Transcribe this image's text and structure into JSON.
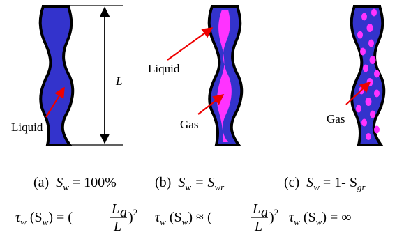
{
  "colors": {
    "liquid": "#3333cc",
    "gas": "#ff33ff",
    "outline": "#000000",
    "arrow": "#ee0000"
  },
  "labels": {
    "a_liquid": "Liquid",
    "b_liquid": "Liquid",
    "b_gas": "Gas",
    "c_gas": "Gas",
    "length": "L"
  },
  "panels": [
    {
      "tag": "(a)",
      "sat_var": "S",
      "sat_sub": "w",
      "sat_rel": " = 100%",
      "rel_sub": "",
      "tortuosity": "L_a/L squared",
      "relation": "=",
      "relation_rhs": ""
    },
    {
      "tag": "(b)",
      "sat_var": "S",
      "sat_sub": "w",
      "sat_rel": " = S",
      "rel_sub": "wr",
      "tortuosity": "L_a/L squared",
      "relation": "≈",
      "relation_rhs": ""
    },
    {
      "tag": "(c)",
      "sat_var": "S",
      "sat_sub": "w",
      "sat_rel": " = 1- S",
      "rel_sub": "gr",
      "tortuosity": "",
      "relation": "=",
      "relation_rhs": "∞"
    }
  ],
  "formula": {
    "tau": "τ",
    "tau_sub": "w",
    "arg_open": " (S",
    "arg_sub": "w",
    "arg_close": ") ",
    "frac_open": " (",
    "numerator": "L",
    "numerator_sub": "a",
    "denominator": "L",
    "frac_close": ")",
    "power": "2"
  }
}
